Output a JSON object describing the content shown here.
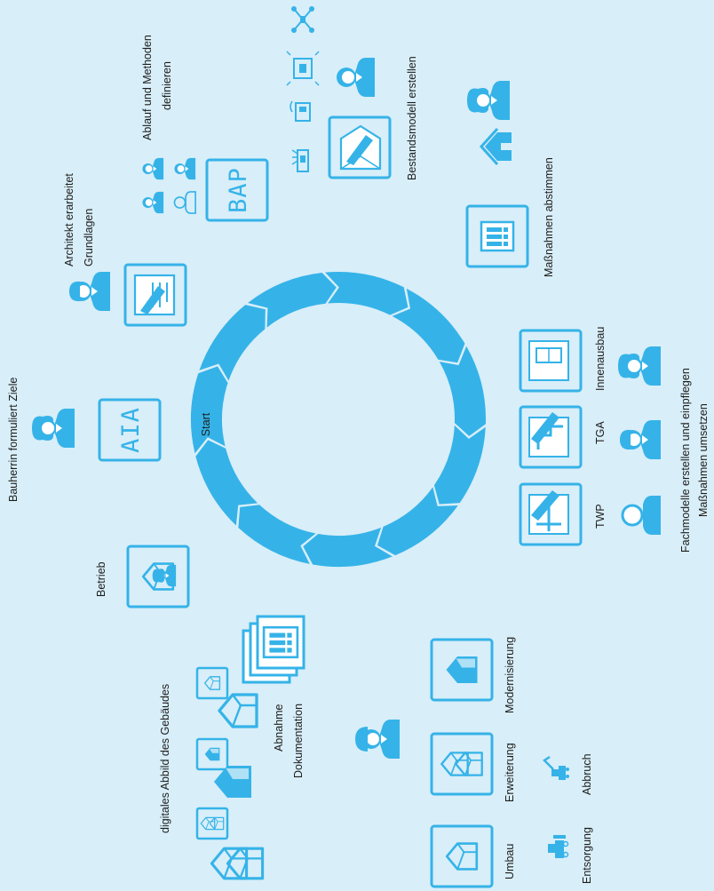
{
  "cycle": {
    "start_label": "Start",
    "segments": 11
  },
  "labels": {
    "bauherrin": "Bauherrin formuliert Ziele",
    "aia": "AIA",
    "architekt_line1": "Architekt erarbeitet",
    "architekt_line2": "Grundlagen",
    "bap": "BAP",
    "ablauf_line1": "Ablauf und Methoden",
    "ablauf_line2": "definieren",
    "bestand": "Bestandsmodell erstellen",
    "massnahmen_abstimmen": "Maßnahmen abstimmen",
    "innenausbau": "Innenausbau",
    "tga": "TGA",
    "twp": "TWP",
    "fach_line1": "Fachmodelle erstellen und einpflegen",
    "fach_line2": "Maßnahmen umsetzen",
    "modernisierung": "Modernisierung",
    "erweiterung": "Erweiterung",
    "umbau": "Umbau",
    "abbruch": "Abbruch",
    "entsorgung": "Entsorgung",
    "abnahme_line1": "Abnahme",
    "abnahme_line2": "Dokumentation",
    "digital": "digitales Abbild des Gebäudes",
    "betrieb": "Betrieb"
  },
  "colors": {
    "accent": "#35b3e8",
    "background": "#d8eef9",
    "text": "#1d1d1b"
  },
  "icons": [
    "person-icon",
    "document-icon",
    "model-icon",
    "drone-icon",
    "scanner-icon",
    "house-icon",
    "table-icon",
    "crane-icon",
    "bulldozer-icon",
    "excavator-icon"
  ]
}
